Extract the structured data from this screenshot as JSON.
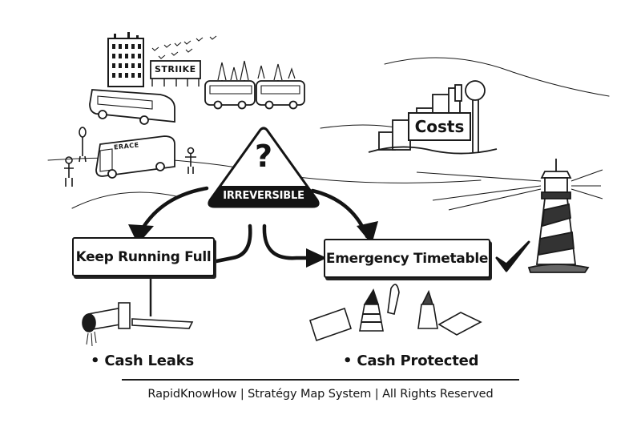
{
  "diagram": {
    "central_node": {
      "symbol": "?",
      "label": "IRREVERSIBLE",
      "icon": "warning-triangle-icon"
    },
    "options": [
      {
        "label": "Keep Running Full",
        "outcome": "Cash Leaks",
        "illustration": "leaking-pipe-icon",
        "selected": false
      },
      {
        "label": "Emergency Timetable",
        "outcome": "Cash Protected",
        "illustration": "traffic-cones-barriers-icon",
        "selected": true,
        "marker": "checkmark-icon"
      }
    ],
    "scene_signs": {
      "strike": "STRIIKE",
      "bus": "ERACE",
      "costs": "Costs"
    },
    "landmark": "lighthouse-icon"
  },
  "footer": {
    "text": "RapidKnowHow | Stratégy Map System | All Rights Reserved"
  },
  "colors": {
    "ink": "#141414",
    "paper": "#ffffff"
  }
}
